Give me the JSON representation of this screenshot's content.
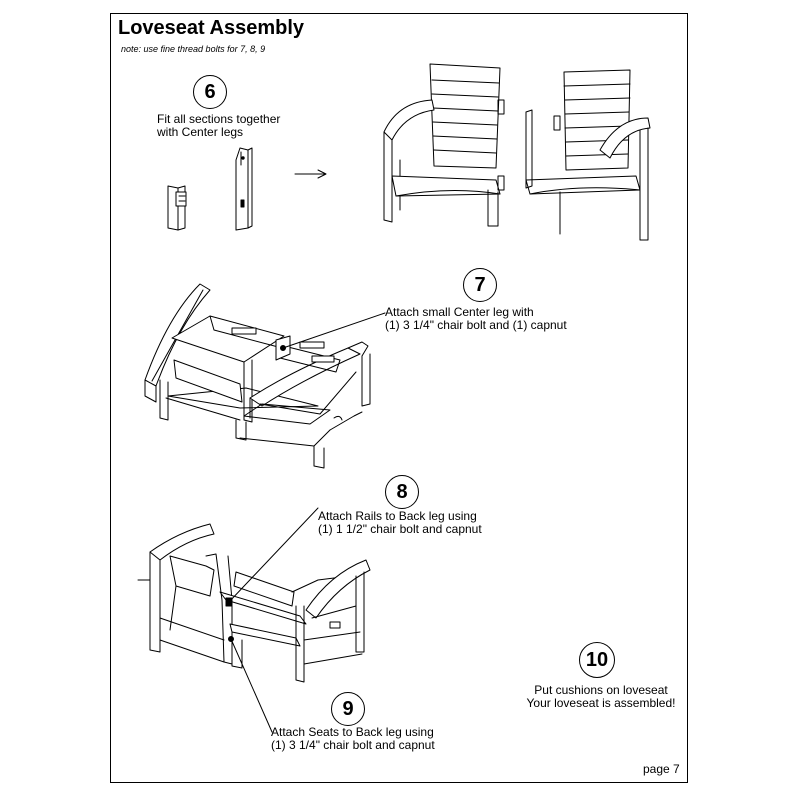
{
  "document": {
    "title": "Loveseat Assembly",
    "note": "note: use fine thread bolts for 7, 8, 9",
    "page_label": "page 7"
  },
  "steps": [
    {
      "number": "6",
      "lines": [
        "Fit all sections together",
        "with Center legs"
      ]
    },
    {
      "number": "7",
      "lines": [
        "Attach small Center leg with",
        "(1) 3 1/4\" chair bolt and (1) capnut"
      ]
    },
    {
      "number": "8",
      "lines": [
        "Attach Rails to Back leg using",
        "(1) 1 1/2\" chair bolt and capnut"
      ]
    },
    {
      "number": "9",
      "lines": [
        "Attach Seats to Back leg using",
        "(1) 3 1/4\" chair bolt and capnut"
      ]
    },
    {
      "number": "10",
      "lines": [
        "Put cushions on loveseat",
        "Your loveseat is assembled!"
      ]
    }
  ],
  "icons": {
    "arrow": "right-arrow-icon"
  }
}
